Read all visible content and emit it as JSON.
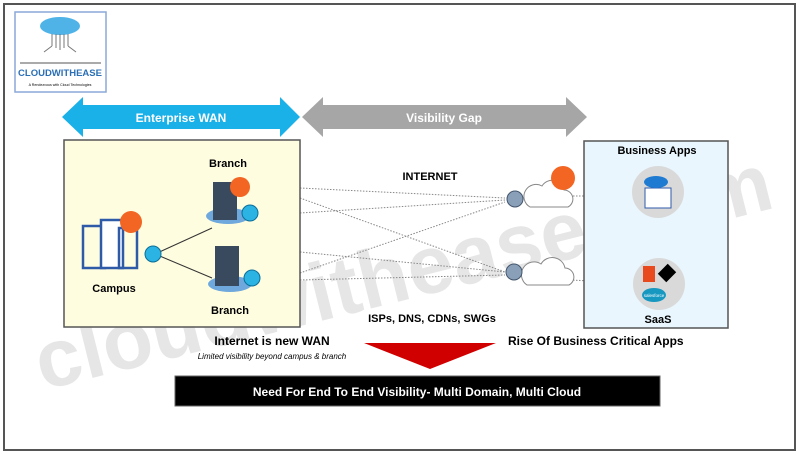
{
  "logo": {
    "name": "CLOUDWITHEASE",
    "tagline": "A Rendezvous with Cloud Technologies"
  },
  "watermark": "cloudwithease.com",
  "arrows": {
    "enterprise_wan": "Enterprise WAN",
    "visibility_gap": "Visibility Gap"
  },
  "campus_box": {
    "branch_top": "Branch",
    "branch_bottom": "Branch",
    "campus": "Campus"
  },
  "internet_label": "INTERNET",
  "providers_label": "ISPs, DNS, CDNs, SWGs",
  "apps_box": {
    "title": "Business Apps",
    "saas": "SaaS",
    "salesforce": "salesforce"
  },
  "internet_wan": {
    "title": "Internet is new WAN",
    "subtitle": "Limited visibility  beyond campus & branch"
  },
  "rise_label": "Rise Of Business Critical Apps",
  "banner": "Need For End To End Visibility- Multi Domain, Multi Cloud",
  "colors": {
    "blue_arrow": "#1ab0e8",
    "gray_arrow": "#a6a6a6",
    "campus_bg": "#fffde0",
    "apps_bg": "#e9f6fd",
    "red": "#d00000",
    "orange": "#f26522",
    "banner": "#000000"
  }
}
